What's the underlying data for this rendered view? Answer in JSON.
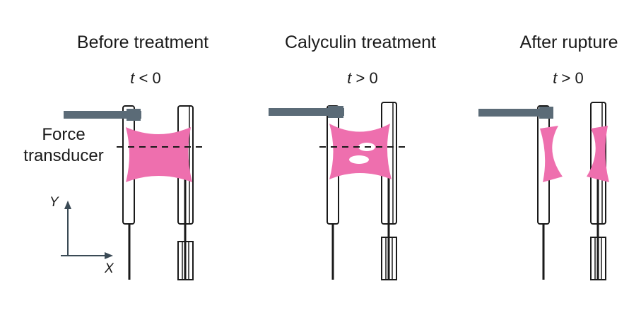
{
  "panels": [
    {
      "title": "Before treatment",
      "time_var": "t",
      "time_rel": "<",
      "time_val": "0"
    },
    {
      "title": "Calyculin treatment",
      "time_var": "t",
      "time_rel": ">",
      "time_val": "0"
    },
    {
      "title": "After rupture",
      "time_var": "t",
      "time_rel": ">",
      "time_val": "0"
    }
  ],
  "labels": {
    "force_line1": "Force",
    "force_line2": "transducer"
  },
  "axes": {
    "y": "Y",
    "x": "X"
  },
  "colors": {
    "tissue": "#ee6fae",
    "rod": "#5b6b77",
    "line": "#1a1a1a",
    "background": "#ffffff"
  }
}
